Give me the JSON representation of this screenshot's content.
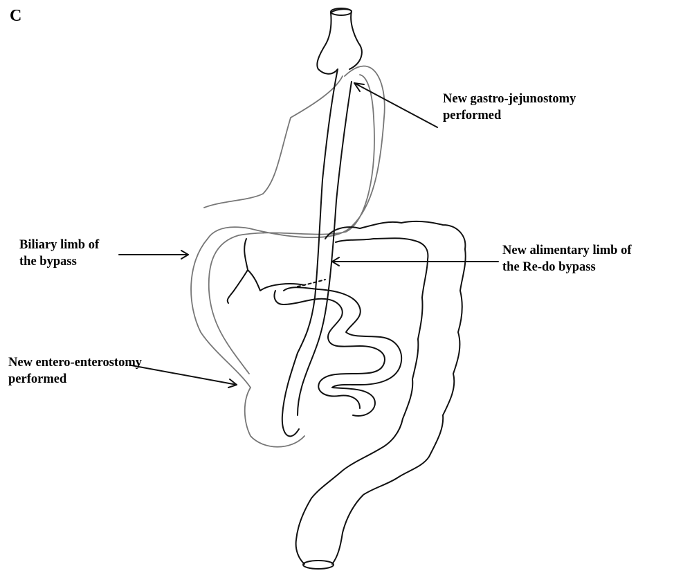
{
  "figure": {
    "panel_letter": "C",
    "labels": {
      "gastrojejunostomy": [
        "New gastro-jejunostomy",
        "performed"
      ],
      "biliary_limb": [
        "Biliary limb of",
        "the bypass"
      ],
      "alimentary_limb": [
        "New alimentary limb of",
        "the Re-do bypass"
      ],
      "enteroenterostomy": [
        "New entero-enterostomy",
        "performed"
      ]
    }
  }
}
